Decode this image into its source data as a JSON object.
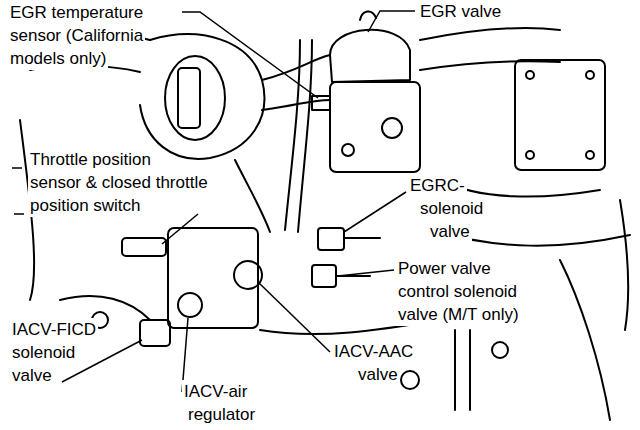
{
  "diagram": {
    "labels": [
      "EGR temperature sensor (California models only)",
      "EGR valve",
      "Throttle position sensor & closed throttle position switch",
      "EGRC- solenoid valve",
      "Power valve control solenoid valve (M/T only)",
      "IACV-FICD solenoid valve",
      "IACV-AAC valve",
      "IACV-air regulator"
    ]
  }
}
